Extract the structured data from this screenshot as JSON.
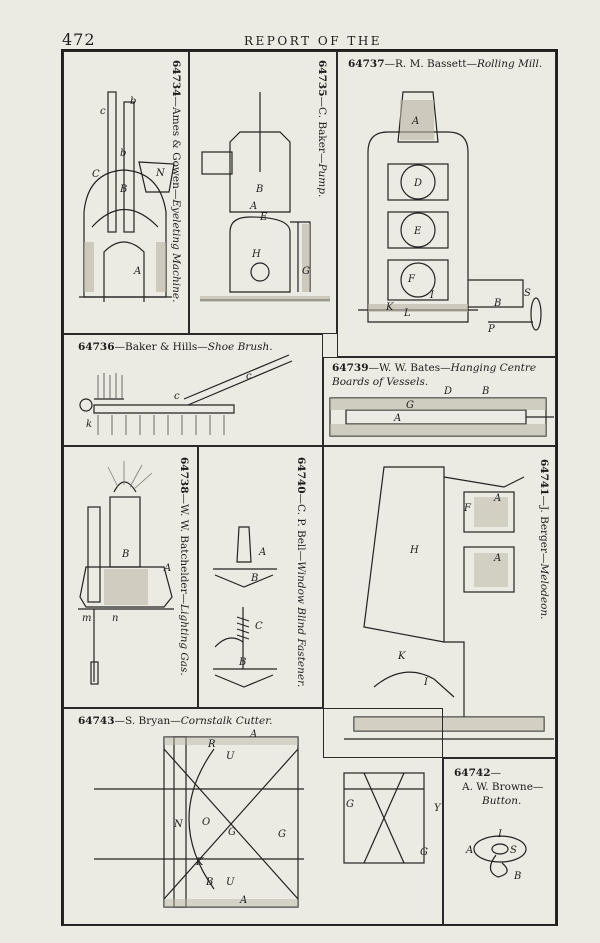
{
  "header": {
    "page_number": "472",
    "running_head": "REPORT OF THE"
  },
  "patents": [
    {
      "number": "64734",
      "sep": "—",
      "inventor": "Ames & Gowen—",
      "title": "Eyeleting Machine.",
      "labels": [
        "b",
        "c",
        "b",
        "C",
        "N",
        "A",
        "B"
      ]
    },
    {
      "number": "64735",
      "sep": "—",
      "inventor": "C. Baker—",
      "title": "Pump.",
      "labels": [
        "B",
        "A",
        "E",
        "H",
        "G"
      ]
    },
    {
      "number": "64737",
      "sep": "—",
      "inventor": "R. M. Bassett—",
      "title": "Rolling Mill.",
      "labels": [
        "A",
        "D",
        "E",
        "F",
        "I",
        "K",
        "L",
        "B",
        "S",
        "P"
      ]
    },
    {
      "number": "64736",
      "sep": "—",
      "inventor": "Baker & Hills—",
      "title": "Shoe Brush.",
      "labels": [
        "c",
        "c",
        "k"
      ]
    },
    {
      "number": "64739",
      "sep": "—",
      "inventor": "W. W. Bates—",
      "title": "Hanging Centre",
      "title2": "Boards of Vessels.",
      "labels": [
        "D",
        "B",
        "G",
        "A"
      ]
    },
    {
      "number": "64738",
      "sep": "—",
      "inventor": "W. W. Batchelder—",
      "title": "Lighting Gas.",
      "labels": [
        "B",
        "A",
        "m",
        "n"
      ]
    },
    {
      "number": "64740",
      "sep": "—",
      "inventor": "C. P. Bell—",
      "title": "Window Blind Fastener.",
      "labels": [
        "A",
        "B",
        "C",
        "B"
      ]
    },
    {
      "number": "64741",
      "sep": "—",
      "inventor": "J. Berger—",
      "title": "Melodeon.",
      "labels": [
        "F",
        "A",
        "H",
        "A",
        "K",
        "I"
      ]
    },
    {
      "number": "64743",
      "sep": "—",
      "inventor": "S. Bryan—",
      "title": "Cornstalk Cutter.",
      "labels": [
        "A",
        "R",
        "U",
        "N",
        "O",
        "G",
        "G",
        "K",
        "B",
        "U",
        "A",
        "G",
        "Y",
        "G"
      ]
    },
    {
      "number": "64742",
      "sep": "—",
      "inventor": "A. W. Browne—",
      "title": "Button.",
      "labels": [
        "A",
        "I",
        "S",
        "B"
      ]
    }
  ],
  "colors": {
    "paper": "#ecebe3",
    "ink": "#1c1c1c"
  }
}
